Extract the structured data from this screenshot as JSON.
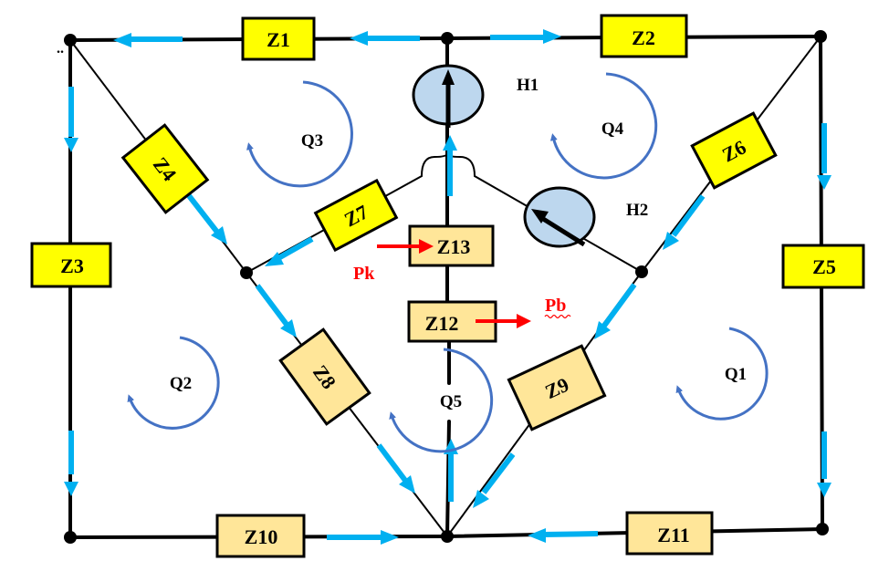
{
  "diagram": {
    "type": "hydraulic network scheme",
    "colors": {
      "impedance_yellow": "#ffff00",
      "impedance_beige": "#ffe699",
      "flow_arrow": "#00b0f0",
      "loop_arrow": "#4472c4",
      "pump_fill": "#bdd7ee",
      "boundary_arrow": "#ff0000",
      "wire": "#000000"
    },
    "impedances": [
      {
        "id": "Z1",
        "label": "Z1",
        "color": "yellow"
      },
      {
        "id": "Z2",
        "label": "Z2",
        "color": "yellow"
      },
      {
        "id": "Z3",
        "label": "Z3",
        "color": "yellow"
      },
      {
        "id": "Z4",
        "label": "Z4",
        "color": "yellow"
      },
      {
        "id": "Z5",
        "label": "Z5",
        "color": "yellow"
      },
      {
        "id": "Z6",
        "label": "Z6",
        "color": "yellow"
      },
      {
        "id": "Z7",
        "label": "Z7",
        "color": "yellow"
      },
      {
        "id": "Z8",
        "label": "Z8",
        "color": "beige"
      },
      {
        "id": "Z9",
        "label": "Z9",
        "color": "beige"
      },
      {
        "id": "Z10",
        "label": "Z10",
        "color": "beige"
      },
      {
        "id": "Z11",
        "label": "Z11",
        "color": "beige"
      },
      {
        "id": "Z12",
        "label": "Z12",
        "color": "beige"
      },
      {
        "id": "Z13",
        "label": "Z13",
        "color": "beige"
      }
    ],
    "pumps": [
      {
        "id": "H1",
        "label": "H1"
      },
      {
        "id": "H2",
        "label": "H2"
      }
    ],
    "loops": [
      {
        "id": "Q1",
        "label": "Q1",
        "direction": "clockwise"
      },
      {
        "id": "Q2",
        "label": "Q2",
        "direction": "clockwise"
      },
      {
        "id": "Q3",
        "label": "Q3",
        "direction": "clockwise"
      },
      {
        "id": "Q4",
        "label": "Q4",
        "direction": "clockwise"
      },
      {
        "id": "Q5",
        "label": "Q5",
        "direction": "clockwise"
      }
    ],
    "boundary": {
      "inflow_label": "Pk",
      "outflow_label": "Pb"
    },
    "corner_mark": ".."
  }
}
